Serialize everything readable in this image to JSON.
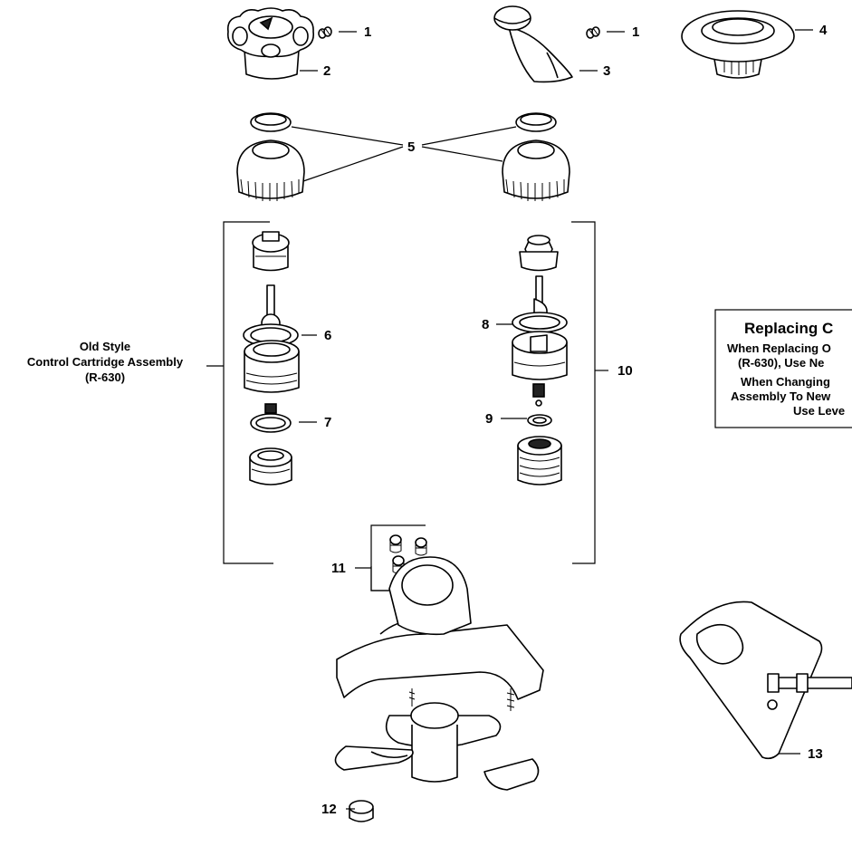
{
  "callouts": {
    "c1a": "1",
    "c1b": "1",
    "c2": "2",
    "c3": "3",
    "c4": "4",
    "c5": "5",
    "c6": "6",
    "c7": "7",
    "c8": "8",
    "c9": "9",
    "c10": "10",
    "c11": "11",
    "c12": "12",
    "c13": "13"
  },
  "old_style": {
    "line1": "Old Style",
    "line2": "Control Cartridge Assembly",
    "line3": "(R-630)"
  },
  "replacing_box": {
    "title": "Replacing C",
    "line1": "When Replacing O",
    "line2": "(R-630), Use Ne",
    "line3": "When Changing",
    "line4": "Assembly To New",
    "line5": "Use Leve"
  }
}
